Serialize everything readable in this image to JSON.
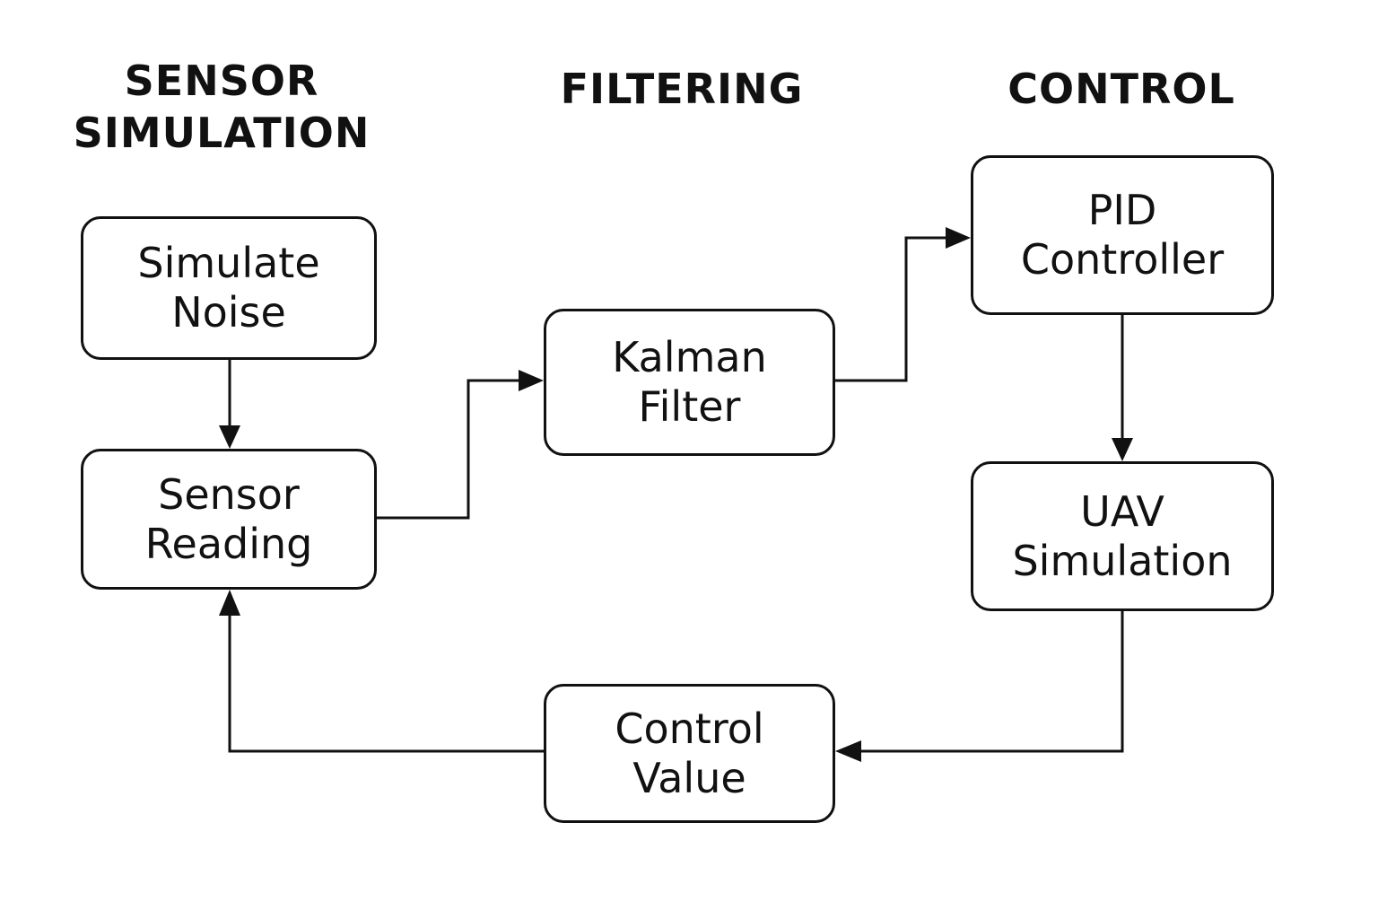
{
  "sections": {
    "sensor": [
      "SENSOR",
      "SIMULATION"
    ],
    "filtering": [
      "FILTERING"
    ],
    "control": [
      "CONTROL"
    ]
  },
  "nodes": {
    "simulate_noise": [
      "Simulate",
      "Noise"
    ],
    "sensor_reading": [
      "Sensor",
      "Reading"
    ],
    "kalman_filter": [
      "Kalman",
      "Filter"
    ],
    "pid_controller": [
      "PID",
      "Controller"
    ],
    "uav_simulation": [
      "UAV",
      "Simulation"
    ],
    "control_value": [
      "Control",
      "Value"
    ]
  },
  "edges": [
    {
      "from": "simulate_noise",
      "to": "sensor_reading"
    },
    {
      "from": "sensor_reading",
      "to": "kalman_filter"
    },
    {
      "from": "kalman_filter",
      "to": "pid_controller"
    },
    {
      "from": "pid_controller",
      "to": "uav_simulation"
    },
    {
      "from": "uav_simulation",
      "to": "control_value"
    },
    {
      "from": "control_value",
      "to": "sensor_reading"
    }
  ],
  "colors": {
    "stroke": "#111111",
    "background": "#ffffff"
  }
}
